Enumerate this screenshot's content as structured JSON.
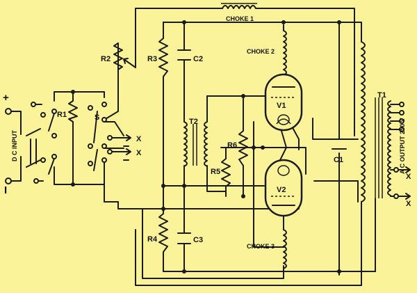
{
  "diagram": {
    "colors": {
      "background": "#faf39a",
      "ink": "#1a1a1a"
    },
    "labels": {
      "choke1": "CHOKE 1",
      "choke2": "CHOKE 2",
      "choke3": "CHOKE 3",
      "r1": "R1",
      "r2": "R2",
      "r3": "R3",
      "r4": "R4",
      "r5": "R5",
      "r6": "R6",
      "c1": "C1",
      "c2": "C2",
      "c3": "C3",
      "t1": "T1",
      "t2": "T2",
      "v1": "V1",
      "v2": "V2",
      "s": "S",
      "x1": "X",
      "x2": "X",
      "x3": "X",
      "x4": "X",
      "dc_input": "D C INPUT",
      "plus": "+",
      "minus": "I",
      "ac_output": "A C OUTPUT 250 V"
    }
  }
}
